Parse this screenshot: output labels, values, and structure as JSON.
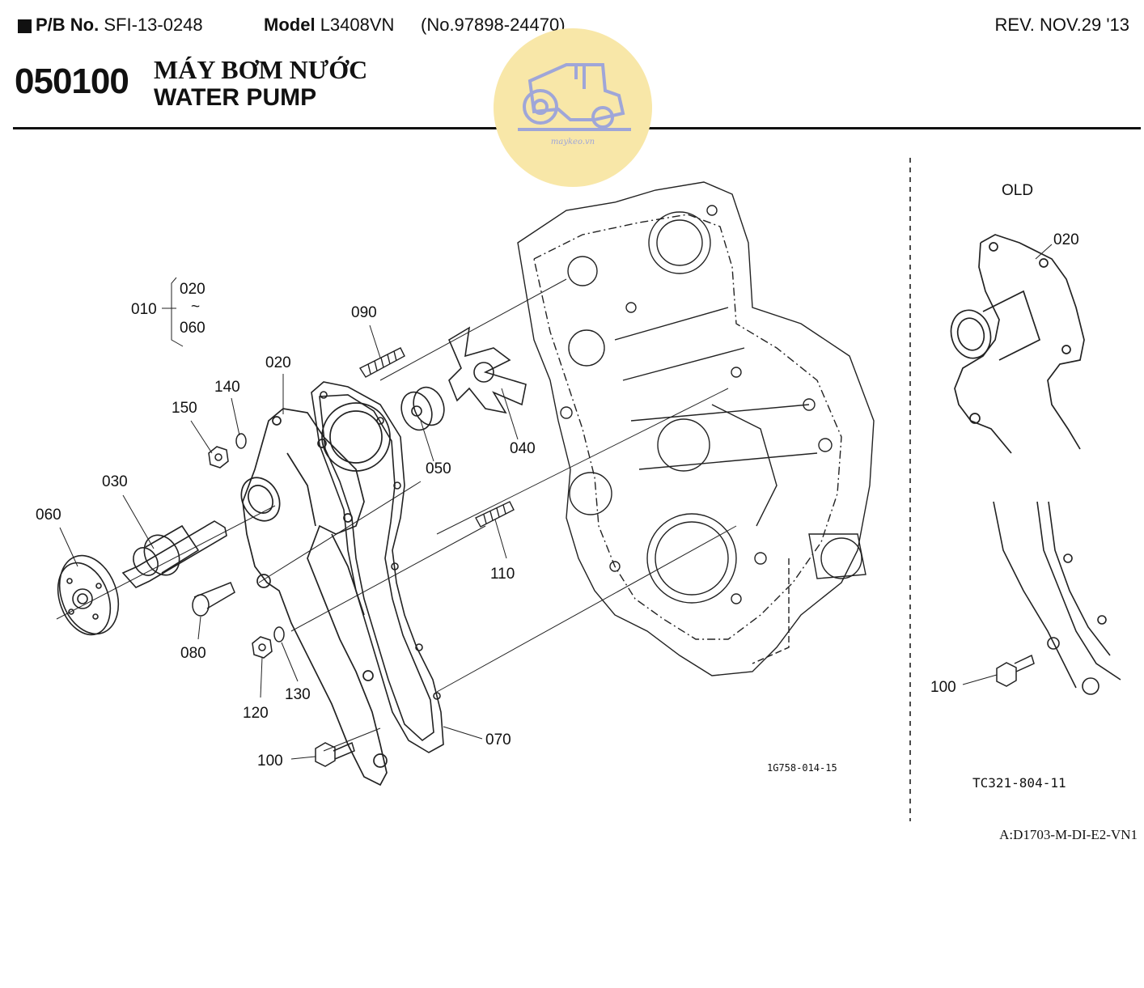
{
  "header": {
    "pb_label": "P/B No.",
    "pb_value": "SFI-13-0248",
    "model_label": "Model",
    "model_value": "L3408VN",
    "serial": "(No.97898-24470)",
    "revision": "REV. NOV.29 '13"
  },
  "section": {
    "number": "050100",
    "title_vi": "MÁY BƠM NƯỚC",
    "title_en": "WATER PUMP"
  },
  "watermark": {
    "text": "maykeo.vn",
    "icon": "tractor-icon",
    "color": "#f8e7a8"
  },
  "diagram": {
    "part_labels": {
      "p010": "010",
      "p020": "020",
      "p020b": "020",
      "p030": "030",
      "p040": "040",
      "p050": "050",
      "p060": "060",
      "p060b": "060",
      "p070": "070",
      "p080": "080",
      "p090": "090",
      "p100": "100",
      "p110": "110",
      "p120": "120",
      "p130": "130",
      "p140": "140",
      "p150": "150",
      "tilde": "~"
    },
    "code": "1G758-014-15",
    "old_inset": {
      "title": "OLD",
      "label_020": "020",
      "label_100": "100",
      "code": "TC321-804-11"
    }
  },
  "footer": {
    "variant": "A:D1703-M-DI-E2-VN1"
  }
}
